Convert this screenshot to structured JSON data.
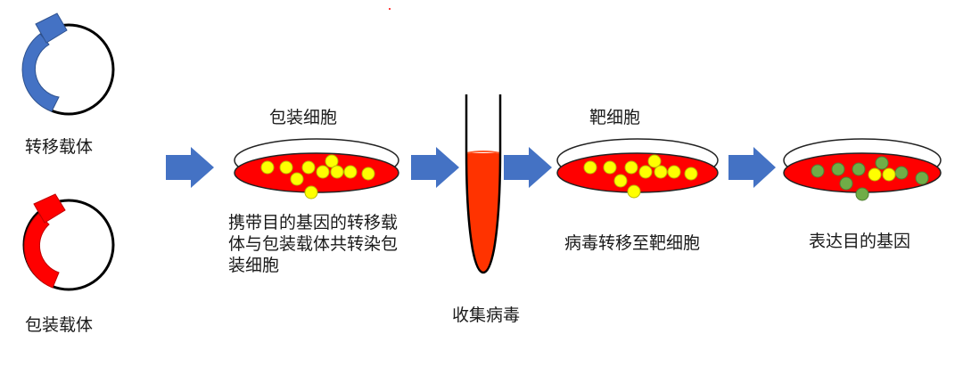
{
  "labels": {
    "transfer_vector": "转移载体",
    "packaging_vector": "包装载体",
    "packaging_cells": "包装细胞",
    "cotransfect_line1": "携带目的基因的转移载",
    "cotransfect_line2": "体与包装载体共转染包",
    "cotransfect_line3": "装细胞",
    "collect_virus": "收集病毒",
    "target_cells": "靶细胞",
    "virus_transfer": "病毒转移至靶细胞",
    "express_gene": "表达目的基因"
  },
  "colors": {
    "arrow": "#4472c4",
    "plasmid_blue": "#4472c4",
    "plasmid_red": "#ff0000",
    "dish_fill": "#ff0000",
    "cell_yellow": "#ffff00",
    "cell_green": "#70ad47",
    "tube_liquid": "#ff3300",
    "outline": "#000000"
  },
  "icons": {
    "transfer_vector": "plasmid-blue-icon",
    "packaging_vector": "plasmid-red-icon",
    "packaging_dish": "petri-dish-yellow-cells-icon",
    "virus_tube": "centrifuge-tube-icon",
    "target_dish": "petri-dish-yellow-cells-icon",
    "expression_dish": "petri-dish-green-cells-icon"
  }
}
